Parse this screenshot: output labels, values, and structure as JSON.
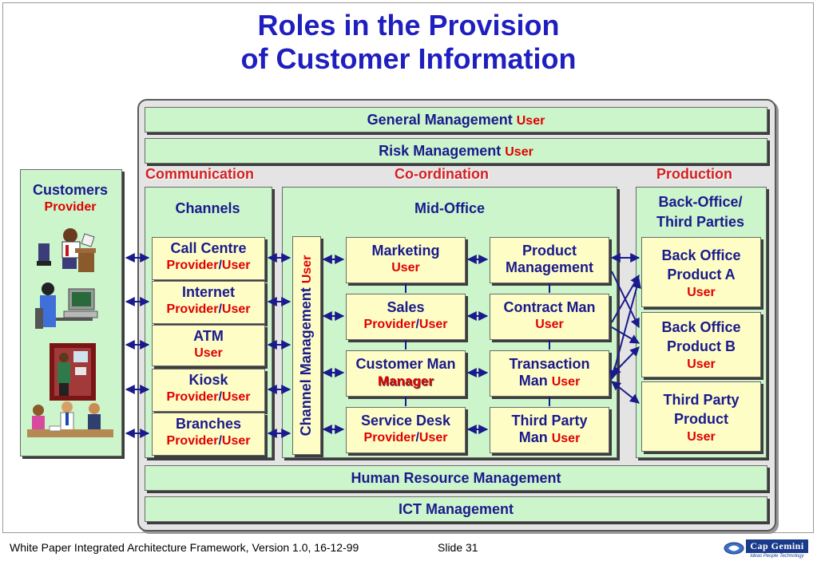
{
  "title_line1": "Roles in the Provision",
  "title_line2": "of Customer Information",
  "general_management": {
    "name": "General Management",
    "role": "User"
  },
  "risk_management": {
    "name": "Risk Management",
    "role": "User"
  },
  "headers": {
    "communication": "Communication",
    "coordination": "Co-ordination",
    "production": "Production"
  },
  "customers": {
    "title": "Customers",
    "role": "Provider"
  },
  "channels": {
    "title": "Channels",
    "items": [
      {
        "name": "Call Centre",
        "provider": "Provider",
        "sep": "/",
        "user": "User"
      },
      {
        "name": "Internet",
        "provider": "Provider",
        "sep": "/",
        "user": "User"
      },
      {
        "name": "ATM",
        "provider": "",
        "sep": "",
        "user": "User"
      },
      {
        "name": "Kiosk",
        "provider": "Provider",
        "sep": "/",
        "user": "User"
      },
      {
        "name": "Branches",
        "provider": "Provider",
        "sep": "/",
        "user": "User"
      }
    ]
  },
  "channel_management": {
    "name": "Channel Management",
    "role": "User"
  },
  "mid_office": {
    "title": "Mid-Office",
    "marketing": {
      "name": "Marketing",
      "role": "User"
    },
    "sales": {
      "name": "Sales",
      "role1": "Provider",
      "sep": "/",
      "role2": "User"
    },
    "customer_man": {
      "name": "Customer Man",
      "role": "Manager"
    },
    "service_desk": {
      "name": "Service Desk",
      "role1": "Provider",
      "sep": "/",
      "role2": "User"
    },
    "product_management": {
      "line1": "Product",
      "line2": "Management"
    },
    "contract_man": {
      "name": "Contract Man",
      "role": "User"
    },
    "transaction_man": {
      "line1": "Transaction",
      "line2": "Man",
      "role": "User"
    },
    "third_party_man": {
      "line1": "Third Party",
      "line2": "Man",
      "role": "User"
    }
  },
  "back_office": {
    "title_line1": "Back-Office/",
    "title_line2": "Third Parties",
    "product_a": {
      "line1": "Back Office",
      "line2": "Product A",
      "role": "User"
    },
    "product_b": {
      "line1": "Back Office",
      "line2": "Product B",
      "role": "User"
    },
    "third_party": {
      "line1": "Third Party",
      "line2": "Product",
      "role": "User"
    }
  },
  "human_resource": "Human Resource Management",
  "ict_management": "ICT Management",
  "footer": {
    "text": "White Paper Integrated Architecture Framework, Version 1.0, 16-12-99",
    "slide": "Slide 31",
    "logo": "Cap Gemini",
    "tagline": "Ideas People Technology"
  },
  "colors": {
    "title": "#1f1fbf",
    "role": "#e00000",
    "green": "#ccf5cc",
    "yellow": "#fefdc6",
    "arrow": "#1a1a8c"
  }
}
